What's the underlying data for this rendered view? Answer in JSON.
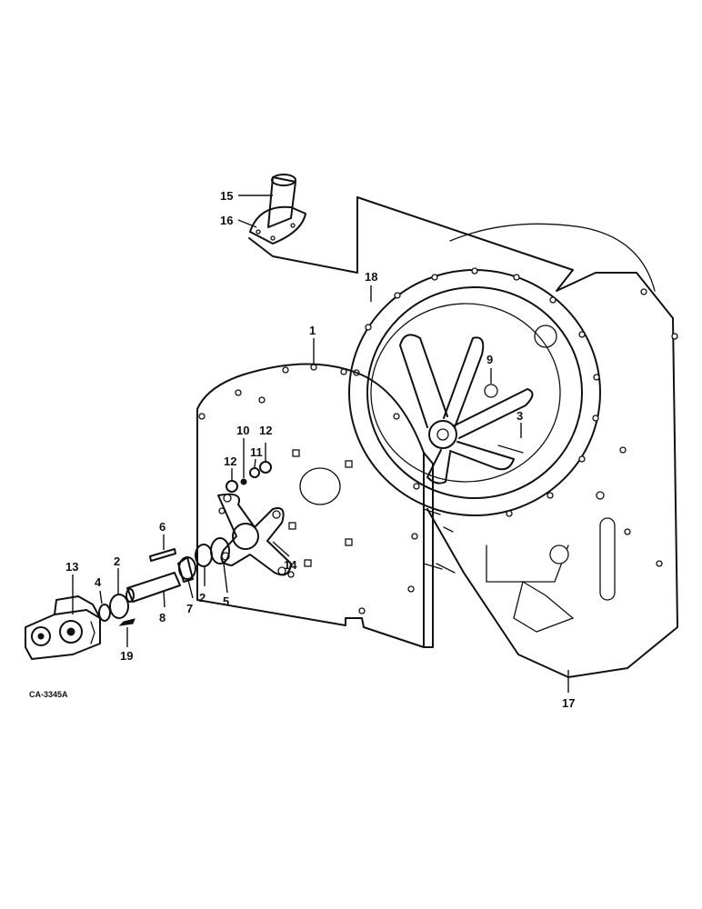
{
  "drawing_ref": "CA-3345A",
  "callouts": {
    "c1": "1",
    "c2a": "2",
    "c2b": "2",
    "c3": "3",
    "c4": "4",
    "c5": "5",
    "c6": "6",
    "c7": "7",
    "c8": "8",
    "c9": "9",
    "c10": "10",
    "c11": "11",
    "c12a": "12",
    "c12b": "12",
    "c13": "13",
    "c14": "14",
    "c15": "15",
    "c16": "16",
    "c17": "17",
    "c18": "18",
    "c19": "19"
  }
}
